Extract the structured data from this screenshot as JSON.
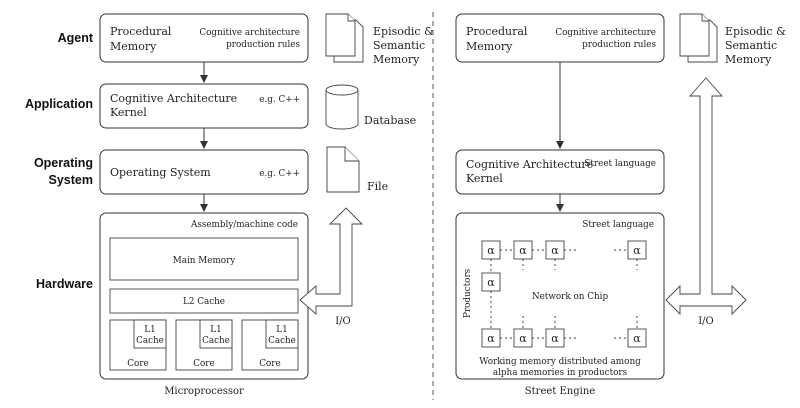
{
  "levels": {
    "agent": "Agent",
    "application": "Application",
    "os_line1": "Operating",
    "os_line2": "System",
    "hardware": "Hardware"
  },
  "left": {
    "procedural_line1": "Procedural",
    "procedural_line2": "Memory",
    "cog_rules_line1": "Cognitive architecture",
    "cog_rules_line2": "production rules",
    "kernel_line1": "Cognitive Architecture",
    "kernel_line2": "Kernel",
    "kernel_lang": "e.g. C++",
    "os_label": "Operating System",
    "os_lang": "e.g. C++",
    "asm_label": "Assembly/machine code",
    "main_memory": "Main Memory",
    "l2_cache": "L2 Cache",
    "l1_line1": "L1",
    "l1_line2": "Cache",
    "core": "Core",
    "caption": "Microprocessor",
    "episodic_line1": "Episodic &",
    "episodic_line2": "Semantic",
    "episodic_line3": "Memory",
    "database": "Database",
    "file": "File",
    "io": "I/O"
  },
  "right": {
    "procedural_line1": "Procedural",
    "procedural_line2": "Memory",
    "cog_rules_line1": "Cognitive architecture",
    "cog_rules_line2": "production rules",
    "kernel_line1": "Cognitive Architecture",
    "kernel_line2": "Kernel",
    "kernel_lang": "Street language",
    "engine_lang": "Street language",
    "alpha": "α",
    "productors": "Productors",
    "network": "Network on Chip",
    "wm_line1": "Working memory distributed among",
    "wm_line2": "alpha memories in productors",
    "caption": "Street Engine",
    "episodic_line1": "Episodic &",
    "episodic_line2": "Semantic",
    "episodic_line3": "Memory",
    "io": "I/O"
  }
}
